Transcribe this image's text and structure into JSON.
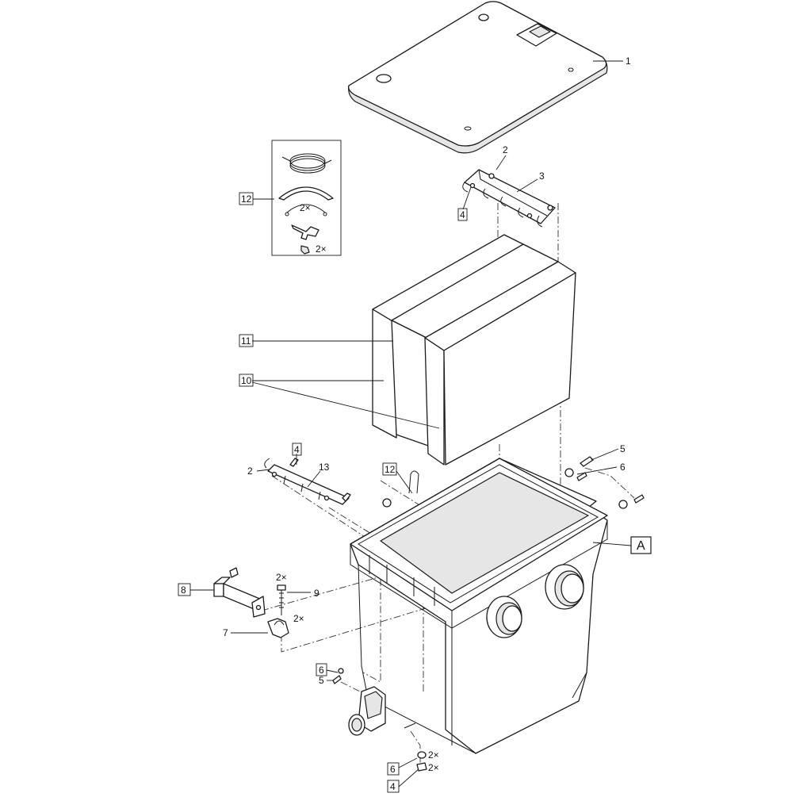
{
  "diagram": {
    "callouts": {
      "c1": "1",
      "c2_top": "2",
      "c3": "3",
      "c4_top": "4",
      "c12_kit": "12",
      "c11": "11",
      "c10": "10",
      "c2_left": "2",
      "c4_mid": "4",
      "c13": "13",
      "c12_clip": "12",
      "c5_right": "5",
      "c6_right": "6",
      "cA": "A",
      "c8": "8",
      "c9": "9",
      "c7": "7",
      "c6_left": "6",
      "c5_left": "5",
      "c6_bottom": "6",
      "c4_bottom": "4"
    },
    "quantities": {
      "q_kit_clip": "2×",
      "q_kit_fitting": "2×",
      "q_screw9": "2×",
      "q_clamp7": "2×",
      "q_bottom1": "2×",
      "q_bottom2": "2×"
    }
  }
}
